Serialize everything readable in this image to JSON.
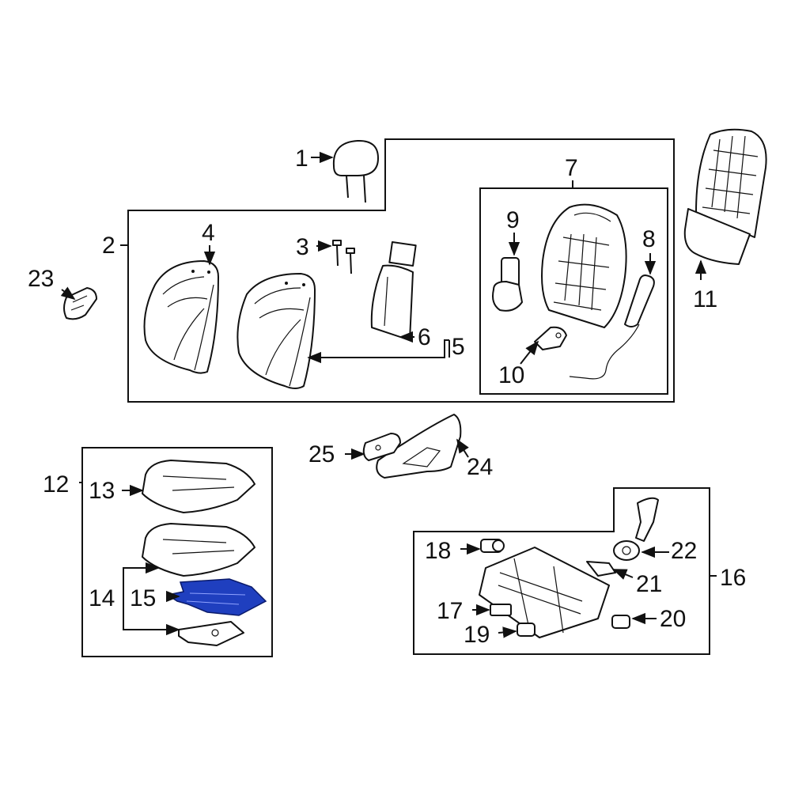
{
  "callouts": {
    "c1": "1",
    "c2": "2",
    "c3": "3",
    "c4": "4",
    "c5": "5",
    "c6": "6",
    "c7": "7",
    "c8": "8",
    "c9": "9",
    "c10": "10",
    "c11": "11",
    "c12": "12",
    "c13": "13",
    "c14": "14",
    "c15": "15",
    "c16": "16",
    "c17": "17",
    "c18": "18",
    "c19": "19",
    "c20": "20",
    "c21": "21",
    "c22": "22",
    "c23": "23",
    "c24": "24",
    "c25": "25"
  },
  "colors": {
    "line": "#111111",
    "background": "#ffffff",
    "highlight_fill": "#1f3fbf",
    "highlight_stroke": "#0a1a6a"
  },
  "highlighted_part": "15"
}
